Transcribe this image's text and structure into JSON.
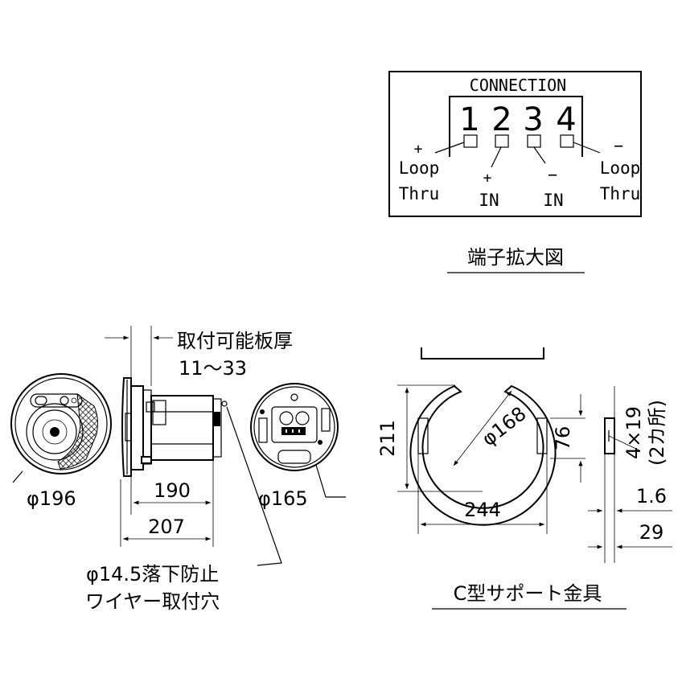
{
  "connection": {
    "title": "CONNECTION",
    "terminals": [
      "1",
      "2",
      "3",
      "4"
    ],
    "labels": {
      "left_sign": "+",
      "left_l1": "Loop",
      "left_l2": "Thru",
      "in_plus_sign": "+",
      "in_plus": "IN",
      "in_minus_sign": "−",
      "in_minus": "IN",
      "right_sign": "−",
      "right_l1": "Loop",
      "right_l2": "Thru"
    },
    "caption": "端子拡大図"
  },
  "speaker": {
    "plate_thickness_label": "取付可能板厚",
    "plate_thickness_range": "11〜33",
    "front_diameter": "φ196",
    "depth_body": "190",
    "depth_total": "207",
    "rear_diameter": "φ165",
    "wire_hole_l1": "φ14.5落下防止",
    "wire_hole_l2": "ワイヤー取付穴"
  },
  "bracket": {
    "inner_diameter": "φ168",
    "height": "211",
    "width": "244",
    "slot_height": "76",
    "slot_size": "4×19",
    "slot_count": "(2カ所)",
    "thickness": "1.6",
    "depth": "29",
    "caption": "C型サポート金具"
  }
}
